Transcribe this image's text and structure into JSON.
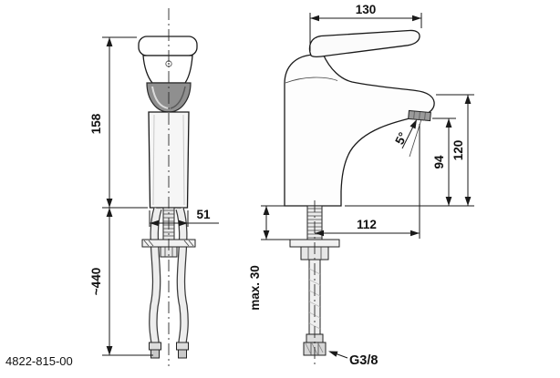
{
  "page": {
    "background": "#ffffff",
    "ink": "#1a1a1a"
  },
  "part_number": "4822-815-00",
  "dimensions": {
    "overall_depth": "130",
    "body_height": "158",
    "body_width": "51",
    "spout_top_height": "120",
    "spout_outlet_height": "94",
    "spray_angle": "5°",
    "spout_reach": "112",
    "hose_length": "~440",
    "max_deck_thickness": "max. 30",
    "connection_thread": "G3/8"
  }
}
